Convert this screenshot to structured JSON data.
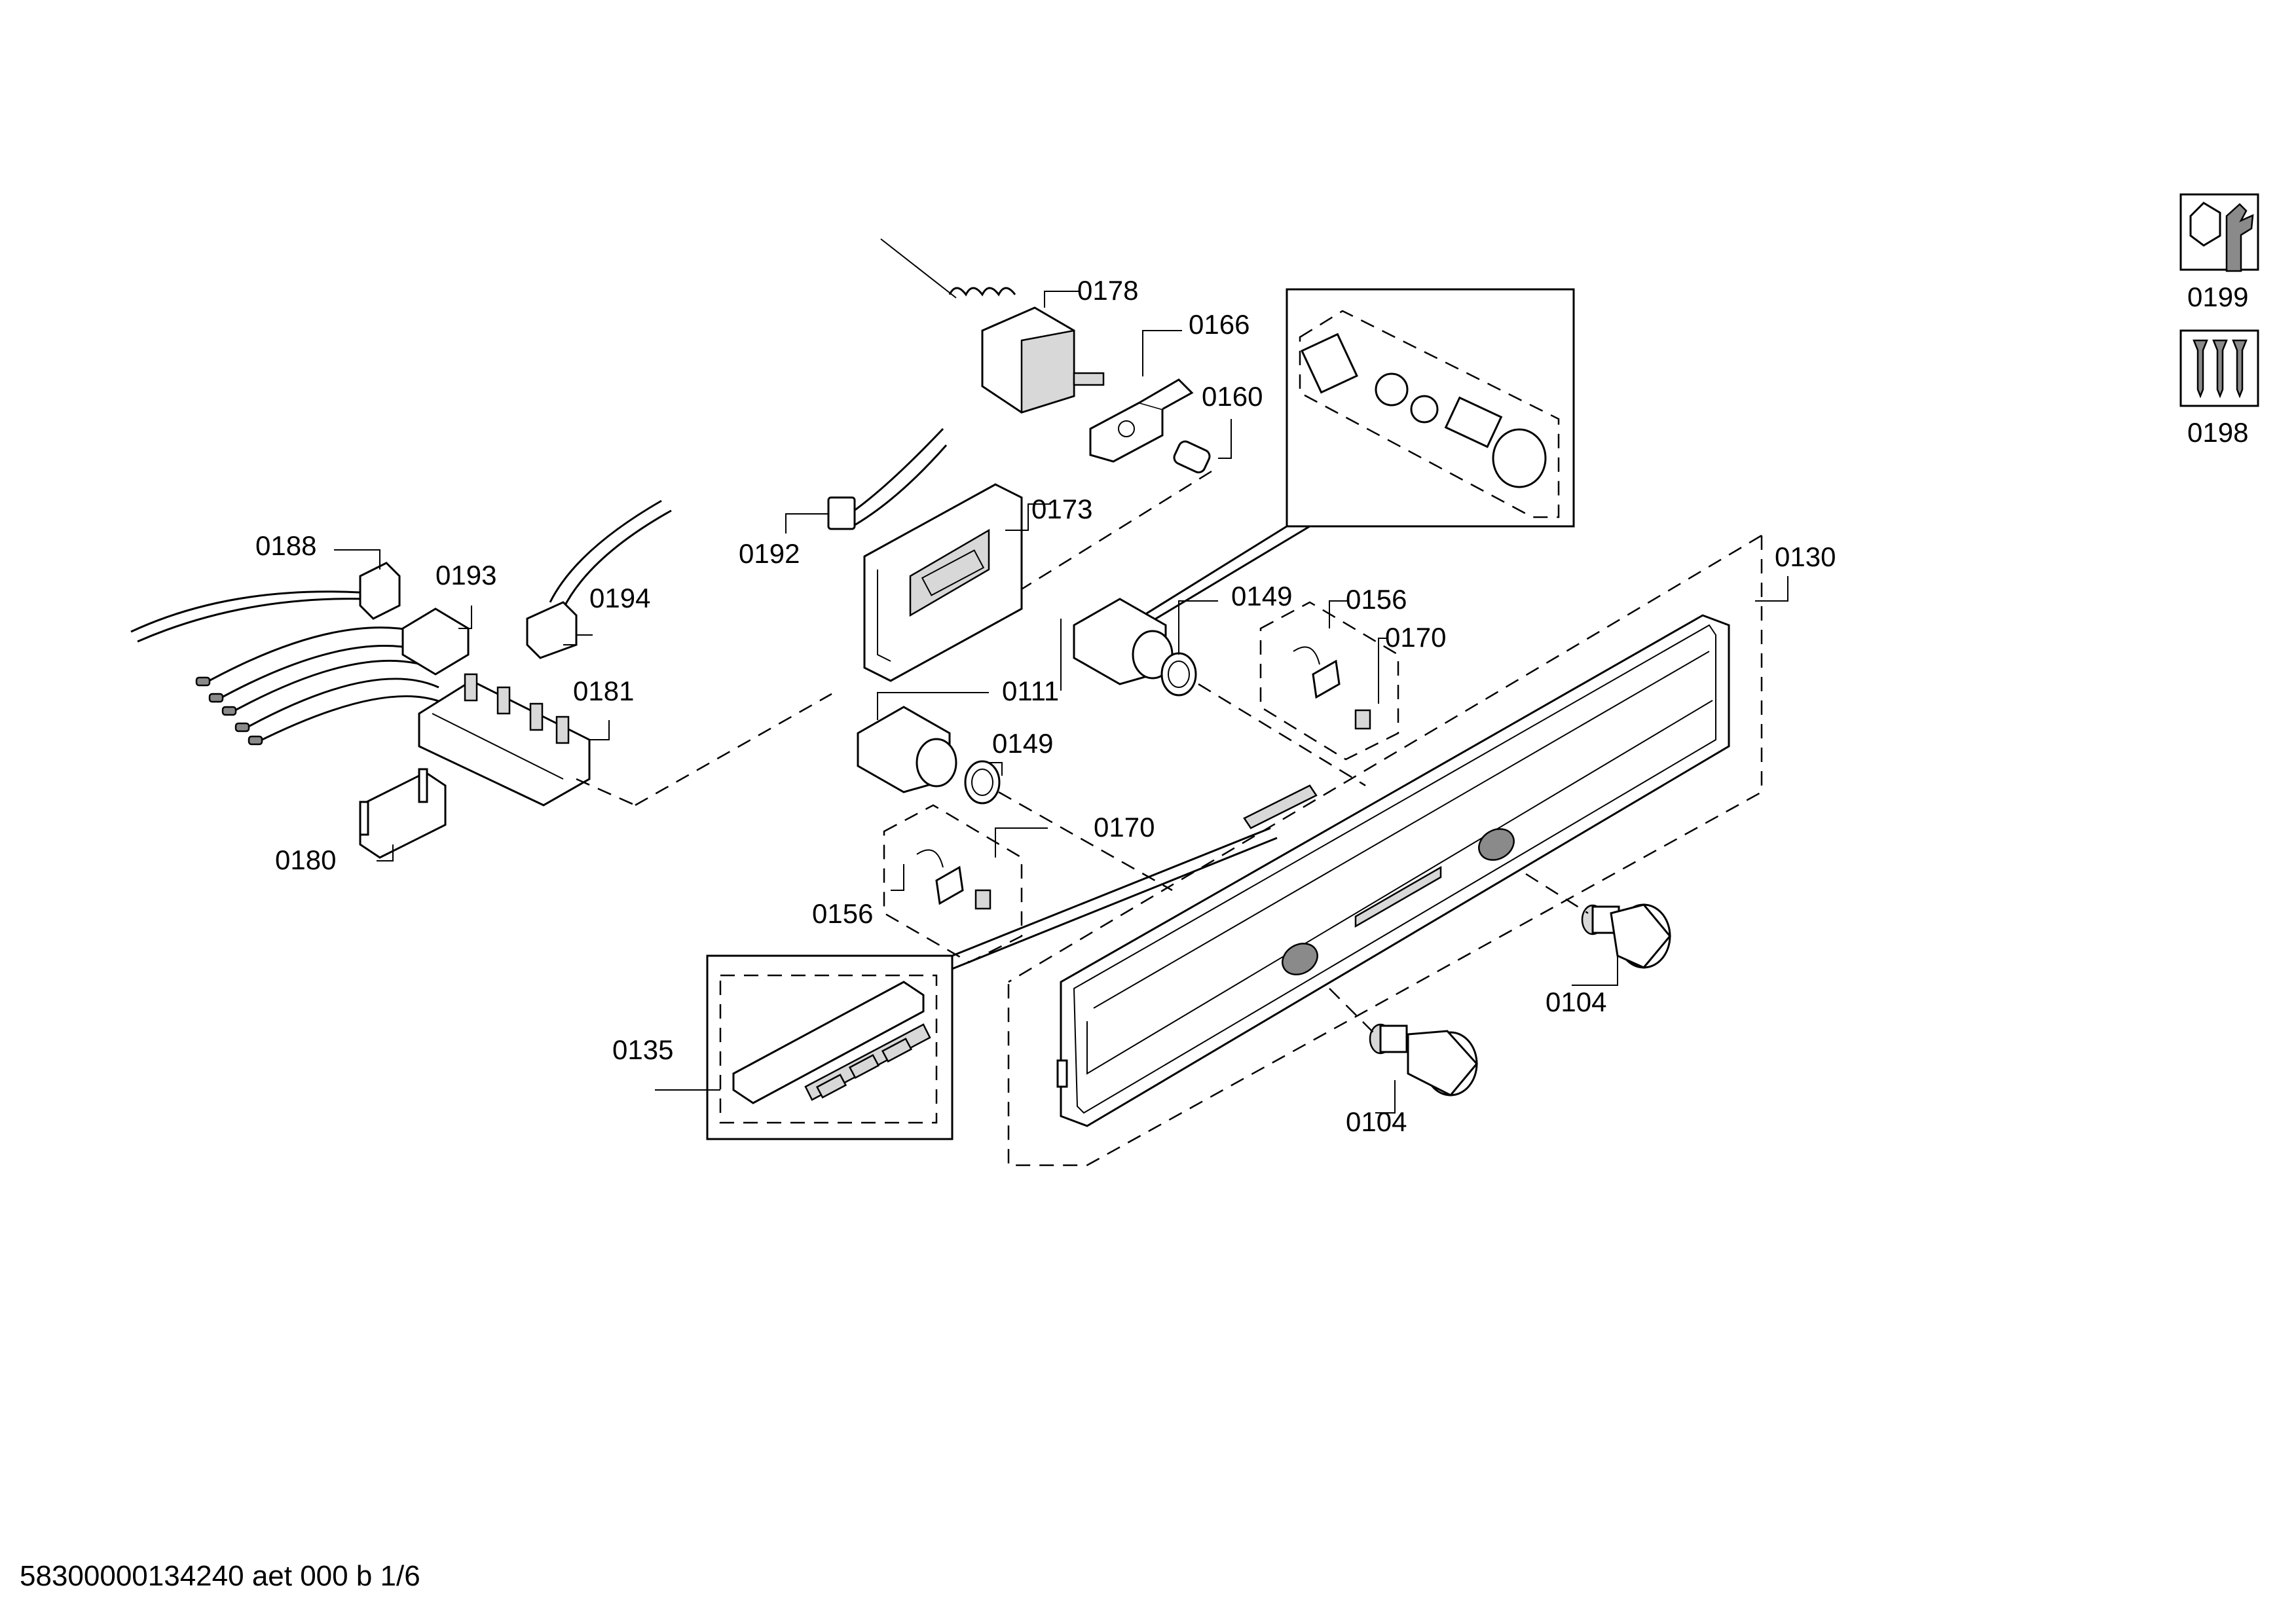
{
  "parts": {
    "p0178": "0178",
    "p0166": "0166",
    "p0160": "0160",
    "p0173": "0173",
    "p0192": "0192",
    "p0188": "0188",
    "p0193": "0193",
    "p0194": "0194",
    "p0181": "0181",
    "p0111": "0111",
    "p0149a": "0149",
    "p0149b": "0149",
    "p0156a": "0156",
    "p0156b": "0156",
    "p0170a": "0170",
    "p0170b": "0170",
    "p0130": "0130",
    "p0180": "0180",
    "p0135": "0135",
    "p0104a": "0104",
    "p0104b": "0104",
    "p0199": "0199",
    "p0198": "0198"
  },
  "icons": {
    "service_kit": "wrench-nut-icon",
    "screws": "screws-icon"
  },
  "footer": {
    "doc_id": "58300000134240 aet 000 b 1/6"
  }
}
